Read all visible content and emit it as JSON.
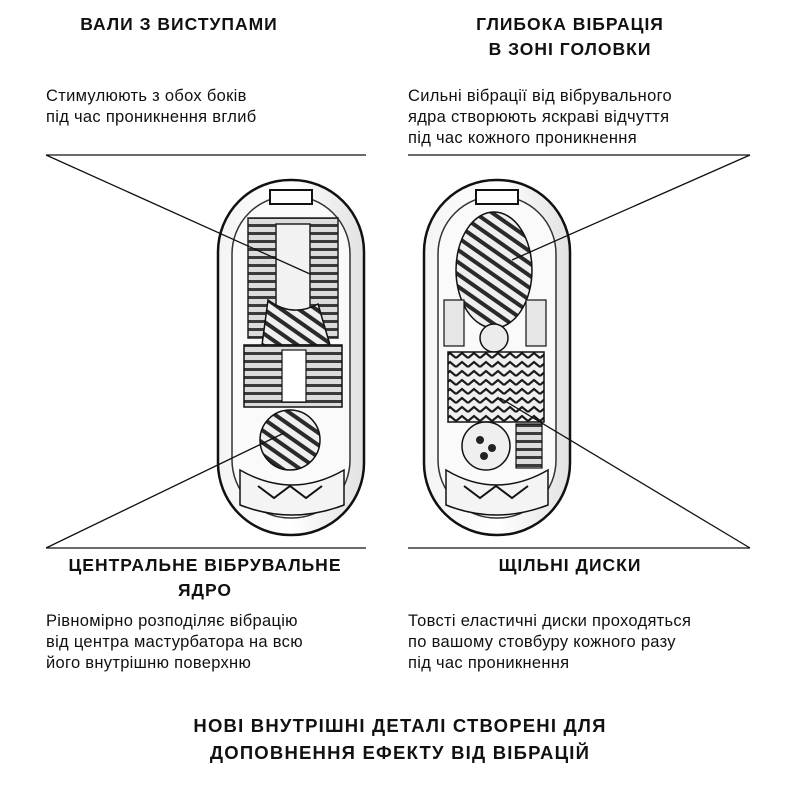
{
  "panels": {
    "top_left": {
      "title": [
        "ВАЛИ З ВИСТУПАМИ"
      ],
      "description": [
        "Стимулюють з обох боків",
        "під час проникнення вглиб"
      ]
    },
    "top_right": {
      "title": [
        "ГЛИБОКА ВІБРАЦІЯ",
        "В ЗОНІ ГОЛОВКИ"
      ],
      "description": [
        "Сильні вібрації від вібрувального",
        "ядра створюють яскраві відчуття",
        "під час кожного проникнення"
      ]
    },
    "bottom_left": {
      "title": [
        "ЦЕНТРАЛЬНЕ ВІБРУВАЛЬНЕ",
        "ЯДРО"
      ],
      "description": [
        "Рівномірно розподіляє вібрацію",
        "від центра мастурбатора на всю",
        "його внутрішню поверхню"
      ]
    },
    "bottom_right": {
      "title": [
        "ЩІЛЬНІ ДИСКИ"
      ],
      "description": [
        "Товсті еластичні диски проходяться",
        "по вашому стовбуру кожного разу",
        "під час проникнення"
      ]
    }
  },
  "footer": [
    "НОВІ ВНУТРІШНІ ДЕТАЛІ СТВОРЕНІ ДЛЯ",
    "ДОПОВНЕННЯ ЕФЕКТУ ВІД ВІБРАЦІЙ"
  ],
  "colors": {
    "ink": "#111111",
    "background": "#ffffff",
    "line": "#111111"
  }
}
